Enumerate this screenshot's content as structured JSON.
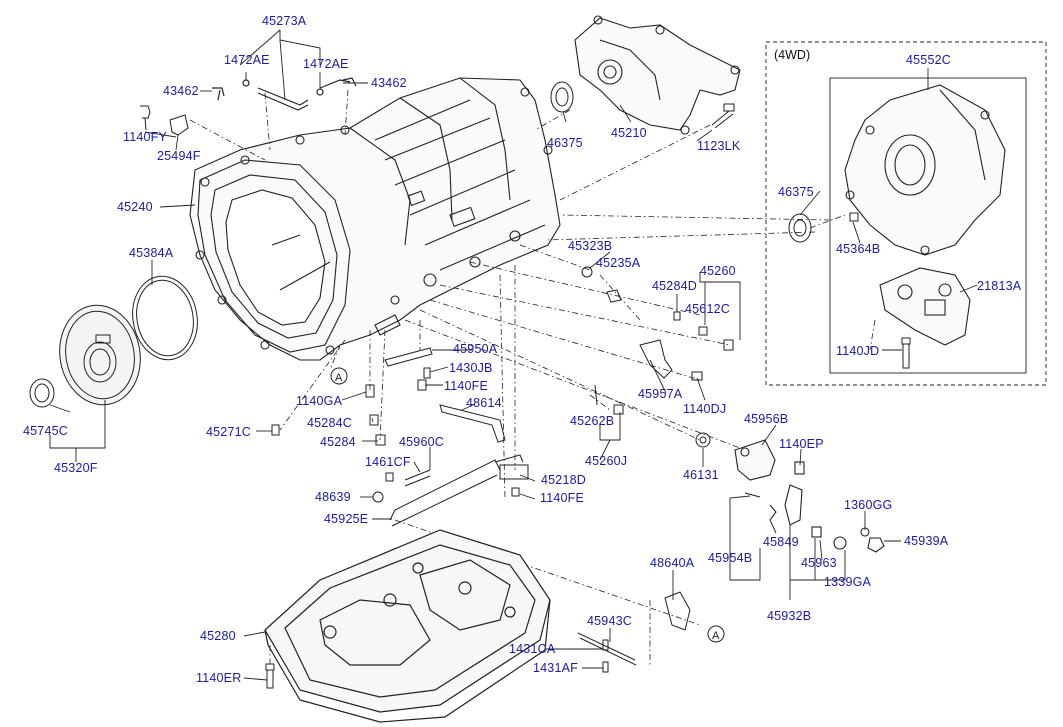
{
  "diagram": {
    "awd_box_title": "(4WD)",
    "callout_marker": "A",
    "labels": {
      "p45273A": "45273A",
      "p1472AE_left": "1472AE",
      "p1472AE_right": "1472AE",
      "p43462_left": "43462",
      "p43462_right": "43462",
      "p1140FY": "1140FY",
      "p25494F": "25494F",
      "p45240": "45240",
      "p45384A": "45384A",
      "p45745C": "45745C",
      "p45320F": "45320F",
      "p46375_main": "46375",
      "p45210": "45210",
      "p1123LK": "1123LK",
      "p45552C": "45552C",
      "p46375_awd": "46375",
      "p45364B": "45364B",
      "p21813A": "21813A",
      "p1140JD": "1140JD",
      "p45323B": "45323B",
      "p45235A": "45235A",
      "p45260": "45260",
      "p45284D": "45284D",
      "p45612C": "45612C",
      "p45950A": "45950A",
      "p1430JB": "1430JB",
      "p1140FE_top": "1140FE",
      "p1140GA": "1140GA",
      "p45957A": "45957A",
      "p1140DJ": "1140DJ",
      "p45284C": "45284C",
      "p48614": "48614",
      "p45271C": "45271C",
      "p45284": "45284",
      "p45262B": "45262B",
      "p45960C": "45960C",
      "p45956B": "45956B",
      "p1140EP": "1140EP",
      "p45260J": "45260J",
      "p1461CF": "1461CF",
      "p46131": "46131",
      "p45218D": "45218D",
      "p48639": "48639",
      "p1140FE_bottom": "1140FE",
      "p1360GG": "1360GG",
      "p45925E": "45925E",
      "p45849": "45849",
      "p45954B": "45954B",
      "p45939A": "45939A",
      "p45963": "45963",
      "p48640A": "48640A",
      "p1339GA": "1339GA",
      "p45932B": "45932B",
      "p45943C": "45943C",
      "p45280": "45280",
      "p1431CA": "1431CA",
      "p1431AF": "1431AF",
      "p1140ER": "1140ER"
    }
  }
}
